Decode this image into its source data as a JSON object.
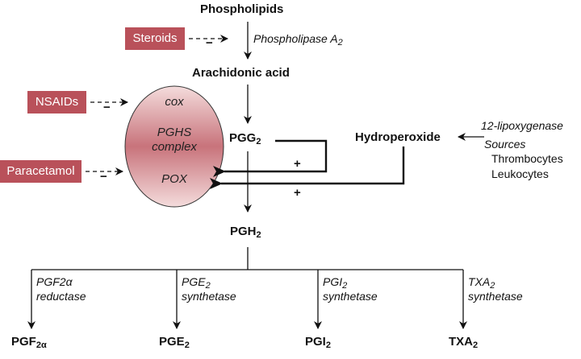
{
  "title": "Phospholipids",
  "enzymes": {
    "phospholipase": "Phospholipase A",
    "phospholipase_sub": "2",
    "cox": "cox",
    "pghs_line1": "PGHS",
    "pghs_line2": "complex",
    "pox": "POX",
    "lipoxygenase": "12-lipoxygenase"
  },
  "metabolites": {
    "arachidonic": "Arachidonic acid",
    "pgg": "PGG",
    "pgg_sub": "2",
    "pgh": "PGH",
    "pgh_sub": "2",
    "hydroperoxide": "Hydroperoxide"
  },
  "inhibitors": [
    {
      "label": "Steroids",
      "effect": "−"
    },
    {
      "label": "NSAIDs",
      "effect": "−"
    },
    {
      "label": "Paracetamol",
      "effect": "−"
    }
  ],
  "activations": [
    {
      "from": "PGG2",
      "effect": "+"
    },
    {
      "from": "Hydroperoxide",
      "effect": "+"
    }
  ],
  "sources": {
    "heading": "Sources",
    "items": [
      "Thrombocytes",
      "Leukocytes"
    ]
  },
  "branches": [
    {
      "enzyme_line1": "PGF2α",
      "enzyme_line1_sub": "",
      "enzyme_line2": "reductase",
      "product": "PGF",
      "product_sub": "2α"
    },
    {
      "enzyme_line1": "PGE",
      "enzyme_line1_sub": "2",
      "enzyme_line2": "synthetase",
      "product": "PGE",
      "product_sub": "2"
    },
    {
      "enzyme_line1": "PGI",
      "enzyme_line1_sub": "2",
      "enzyme_line2": "synthetase",
      "product": "PGI",
      "product_sub": "2"
    },
    {
      "enzyme_line1": "TXA",
      "enzyme_line1_sub": "2",
      "enzyme_line2": "synthetase",
      "product": "TXA",
      "product_sub": "2"
    }
  ],
  "colors": {
    "inhibitor_box": "#b9515a",
    "ellipse_edge": "#f2d6d6",
    "ellipse_mid": "#c9767d"
  }
}
